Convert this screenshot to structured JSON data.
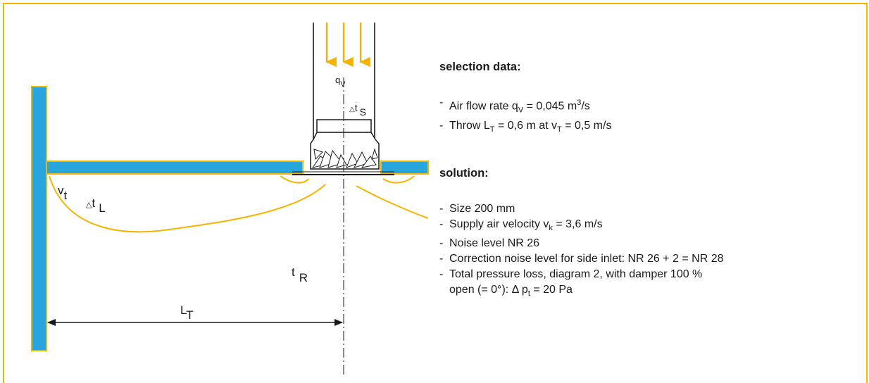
{
  "colors": {
    "frame": "#f5b400",
    "ceiling_fill": "#27a5dc",
    "airflow_line": "#f5b400",
    "arrows": "#f5b400",
    "ink": "#1a1a1a"
  },
  "diagram": {
    "labels": {
      "qv": {
        "main": "q",
        "sub": "V"
      },
      "dts": {
        "delta": "△",
        "main": "t",
        "sub": "S"
      },
      "vt": {
        "main": "v",
        "sub": "t"
      },
      "dtl": {
        "delta": "△",
        "main": "t",
        "sub": "L"
      },
      "tr": {
        "main": "t",
        "sub": "R"
      },
      "lt": {
        "main": "L",
        "sub": "T"
      }
    }
  },
  "selection": {
    "heading": "selection data:",
    "items": [
      {
        "dash": "-",
        "t1": "Air flow rate q",
        "s1": "V",
        "t2": " = 0,045 m",
        "sup": "3",
        "t3": "/s"
      },
      {
        "dash": "-",
        "t1": "Throw L",
        "s1": "T",
        "t2": " = 0,6 m at v",
        "s2": "T",
        "t3": " = 0,5 m/s"
      }
    ]
  },
  "solution": {
    "heading": "solution:",
    "items": [
      {
        "dash": "-",
        "text": "Size 200 mm"
      },
      {
        "dash": "-",
        "t1": "Supply air velocity v",
        "s1": "k",
        "t2": " = 3,6 m/s"
      },
      {
        "dash": "-",
        "text": "Noise level NR 26"
      },
      {
        "dash": "-",
        "text": "Correction noise level for side inlet: NR 26 + 2 = NR 28"
      },
      {
        "dash": "-",
        "line1": "Total pressure loss, diagram 2, with damper 100 %",
        "line2a": "open (= 0°): Δ p",
        "line2sub": "t",
        "line2b": " = 20 Pa"
      }
    ]
  }
}
